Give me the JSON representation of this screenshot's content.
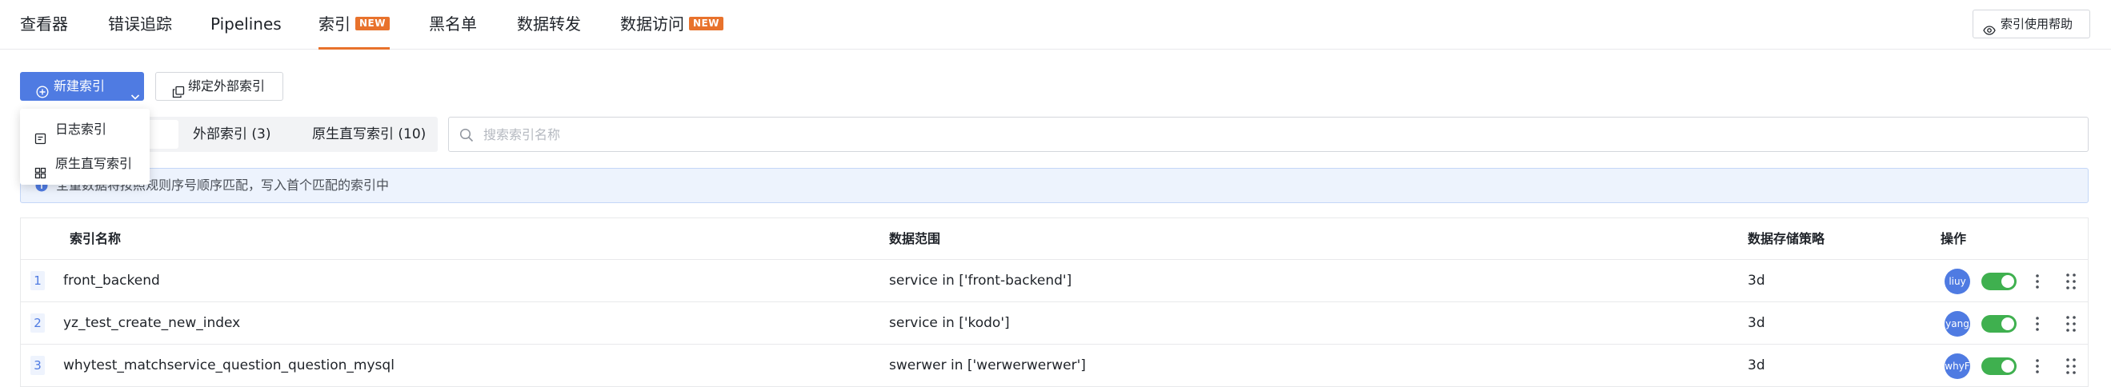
{
  "nav": {
    "tabs": [
      {
        "label": "查看器",
        "new": ""
      },
      {
        "label": "错误追踪",
        "new": ""
      },
      {
        "label": "Pipelines",
        "new": ""
      },
      {
        "label": "索引",
        "new": "NEW"
      },
      {
        "label": "黑名单",
        "new": ""
      },
      {
        "label": "数据转发",
        "new": ""
      },
      {
        "label": "数据访问",
        "new": "NEW"
      }
    ],
    "active_tab": "索引",
    "help_label": "索引使用帮助"
  },
  "actions": {
    "new_index_label": "新建索引",
    "bind_external_label": "绑定外部索引"
  },
  "dropdown": {
    "items": [
      "日志索引",
      "原生直写索引"
    ]
  },
  "segments": {
    "items": [
      "外部索引 (3)",
      "原生直写索引 (10)"
    ]
  },
  "search": {
    "placeholder": "搜索索引名称"
  },
  "info": {
    "text": "全量数据将按照规则序号顺序匹配，写入首个匹配的索引中"
  },
  "table": {
    "columns": [
      "索引名称",
      "数据范围",
      "数据存储策略",
      "操作"
    ],
    "rows": [
      {
        "index": "1",
        "name": "front_backend",
        "range": "service in ['front-backend']",
        "storage": "3d",
        "owner": "liuy",
        "enabled": true
      },
      {
        "index": "2",
        "name": "yz_test_create_new_index",
        "range": "service in ['kodo']",
        "storage": "3d",
        "owner": "yang",
        "enabled": true
      },
      {
        "index": "3",
        "name": "whytest_matchservice_question_question_mysql",
        "range": "swerwer in ['werwerwerwer']",
        "storage": "3d",
        "owner": "whyF",
        "enabled": true
      }
    ]
  },
  "colors": {
    "accent": "#e8722c",
    "primary": "#4f7be2",
    "toggle_on": "#3fb04f"
  }
}
